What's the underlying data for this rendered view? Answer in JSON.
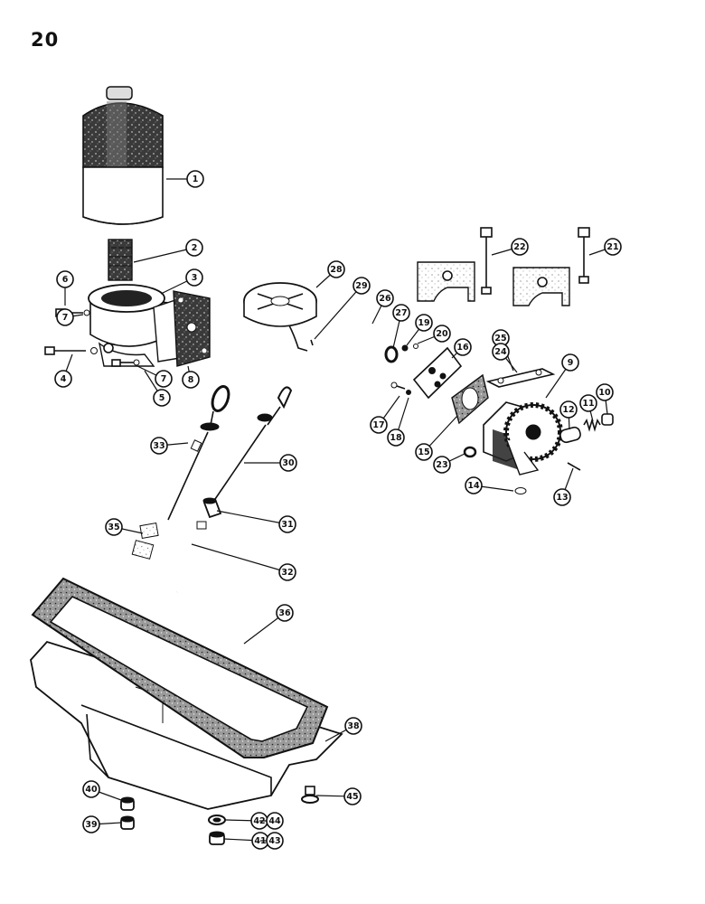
{
  "page": {
    "number": "20"
  },
  "callouts": [
    {
      "label": "1"
    },
    {
      "label": "2"
    },
    {
      "label": "3"
    },
    {
      "label": "6"
    },
    {
      "label": "7"
    },
    {
      "label": "4"
    },
    {
      "label": "7"
    },
    {
      "label": "5"
    },
    {
      "label": "8"
    },
    {
      "label": "28"
    },
    {
      "label": "29"
    },
    {
      "label": "26"
    },
    {
      "label": "27"
    },
    {
      "label": "19"
    },
    {
      "label": "20"
    },
    {
      "label": "16"
    },
    {
      "label": "22"
    },
    {
      "label": "21"
    },
    {
      "label": "25"
    },
    {
      "label": "24"
    },
    {
      "label": "9"
    },
    {
      "label": "17"
    },
    {
      "label": "18"
    },
    {
      "label": "15"
    },
    {
      "label": "23"
    },
    {
      "label": "12"
    },
    {
      "label": "11"
    },
    {
      "label": "10"
    },
    {
      "label": "14"
    },
    {
      "label": "13"
    },
    {
      "label": "33"
    },
    {
      "label": "30"
    },
    {
      "label": "31"
    },
    {
      "label": "35"
    },
    {
      "label": "32"
    },
    {
      "label": "36"
    },
    {
      "label": "38"
    },
    {
      "label": "40"
    },
    {
      "label": "39"
    },
    {
      "label": "42"
    },
    {
      "label": "44"
    },
    {
      "label": "41"
    },
    {
      "label": "43"
    },
    {
      "label": "45"
    }
  ]
}
